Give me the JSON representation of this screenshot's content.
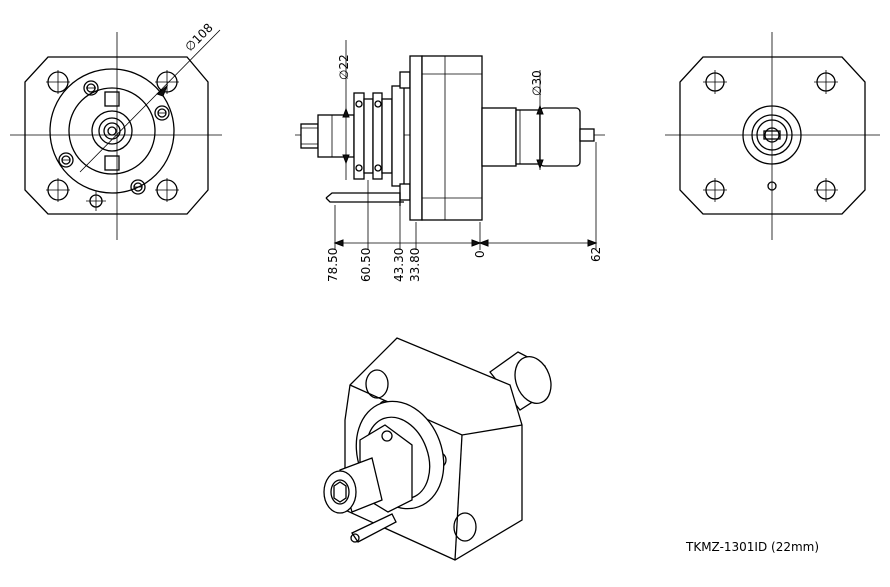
{
  "diagram": {
    "model_caption": "TKMZ-1301ID (22mm)",
    "front_view": {
      "diameter_label": "∅108"
    },
    "side_view": {
      "shank_diameter_label": "∅22",
      "body_diameter_label": "∅30",
      "dimensions": [
        "78.50",
        "60.50",
        "43.30",
        "33.80",
        "0",
        "62"
      ]
    }
  }
}
